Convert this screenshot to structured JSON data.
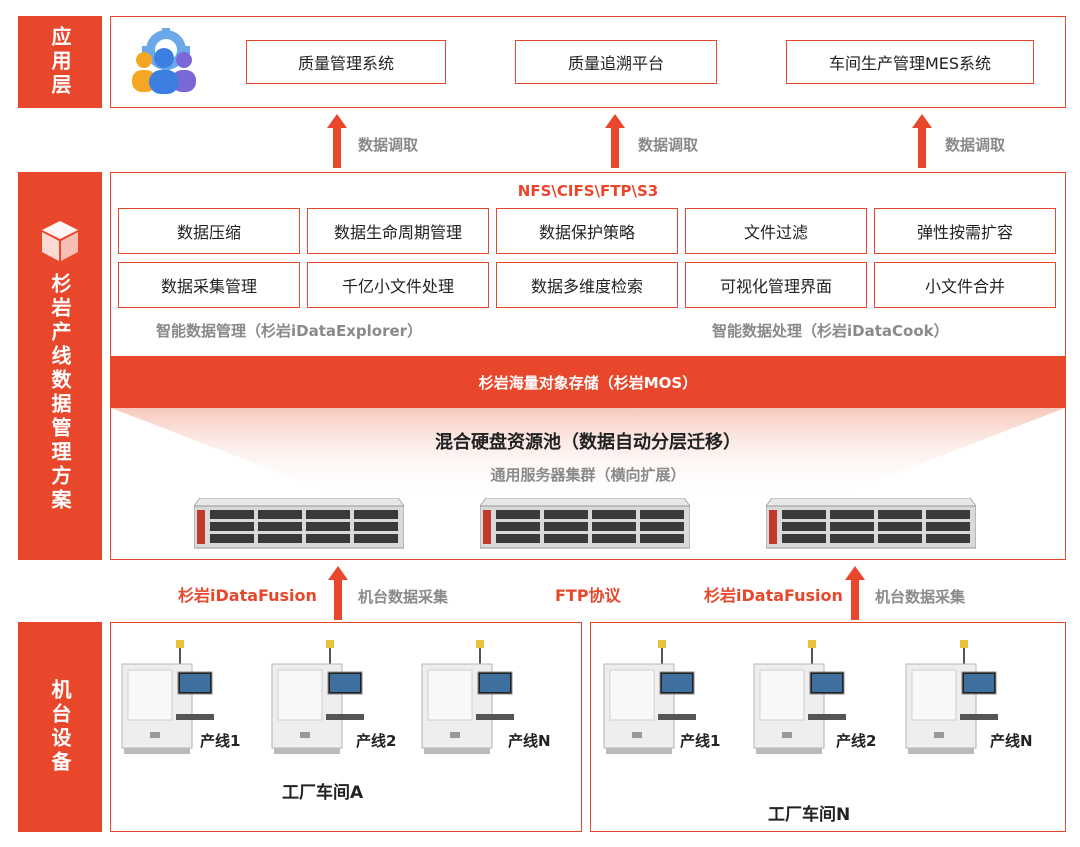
{
  "layers": {
    "app": "应用层",
    "solution": "杉岩产线数据管理方案",
    "device": "机台设备"
  },
  "app_layer": {
    "systems": [
      "质量管理系统",
      "质量追溯平台",
      "车间生产管理MES系统"
    ],
    "pull_label": "数据调取"
  },
  "solution_layer": {
    "protocols": "NFS\\CIFS\\FTP\\S3",
    "row1": [
      "数据压缩",
      "数据生命周期管理",
      "数据保护策略",
      "文件过滤",
      "弹性按需扩容"
    ],
    "row2": [
      "数据采集管理",
      "千亿小文件处理",
      "数据多维度检索",
      "可视化管理界面",
      "小文件合并"
    ],
    "explorer": "智能数据管理（杉岩iDataExplorer）",
    "cook": "智能数据处理（杉岩iDataCook）",
    "mos": "杉岩海量对象存储（杉岩MOS）",
    "pool": "混合硬盘资源池（数据自动分层迁移）",
    "cluster": "通用服务器集群（横向扩展）"
  },
  "collection": {
    "fusion": "杉岩iDataFusion",
    "machine_collect": "机台数据采集",
    "ftp": "FTP协议"
  },
  "workshops": [
    {
      "name": "工厂车间A",
      "lines": [
        "产线1",
        "产线2",
        "产线N"
      ]
    },
    {
      "name": "工厂车间N",
      "lines": [
        "产线1",
        "产线2",
        "产线N"
      ]
    }
  ],
  "colors": {
    "accent": "#e8472c",
    "muted": "#8a8a8a"
  }
}
